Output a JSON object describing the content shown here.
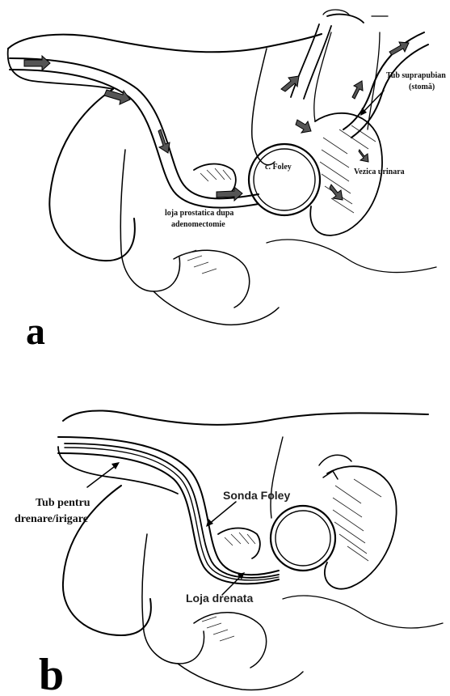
{
  "panel_a": {
    "letter": "a",
    "labels": {
      "foley_balloon": "c. Foley",
      "prostatic_fossa_line1": "loja prostatica dupa",
      "prostatic_fossa_line2": "adenomectomie",
      "suprapubic_tube_line1": "Tub suprapubian",
      "suprapubic_tube_line2": "(stomă)",
      "bladder": "Vezica urinara"
    }
  },
  "panel_b": {
    "letter": "b",
    "labels": {
      "drain_tube_line1": "Tub pentru",
      "drain_tube_line2": "drenare/irigare",
      "foley_catheter": "Sonda Foley",
      "drained_fossa": "Loja drenata"
    }
  },
  "colors": {
    "ink": "#000000",
    "arrow_fill": "#555555",
    "background": "#ffffff"
  }
}
